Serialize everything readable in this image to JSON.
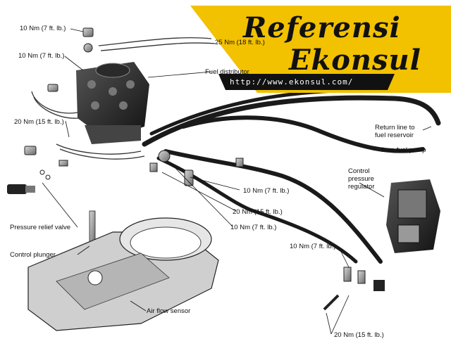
{
  "watermark": {
    "brand_line1": "Referensi",
    "brand_line2": "Ekonsul",
    "url": "http://www.ekonsul.com/",
    "banner_color": "#f2c100",
    "band_color": "#111111"
  },
  "labels": {
    "torque_top_left": "10 Nm (7 ft. lb.)",
    "torque_upper_left": "10 Nm (7 ft. lb.)",
    "torque_left": "20 Nm (15 ft. lb.)",
    "torque_top_mid": "25 Nm (18 ft. lb.)",
    "fuel_distributor": "Fuel distributor",
    "return_line": "Return line to\nfuel reservoir",
    "from_fuel_pump": "from fuel pump",
    "control_pressure_regulator": "Control\npressure\nregulator",
    "torque_mid_10a": "10 Nm (7 ft. lb.)",
    "torque_mid_20": "20 Nm (15 ft. lb.)",
    "torque_mid_10b": "10 Nm (7 ft. lb.)",
    "pressure_relief_valve": "Pressure relief valve",
    "control_plunger": "Control plunger",
    "torque_lower_right": "10 Nm (7 ft. lb.)",
    "air_flow_sensor": "Air flow sensor",
    "torque_bottom_right": "20 Nm (15 ft. lb.)"
  }
}
